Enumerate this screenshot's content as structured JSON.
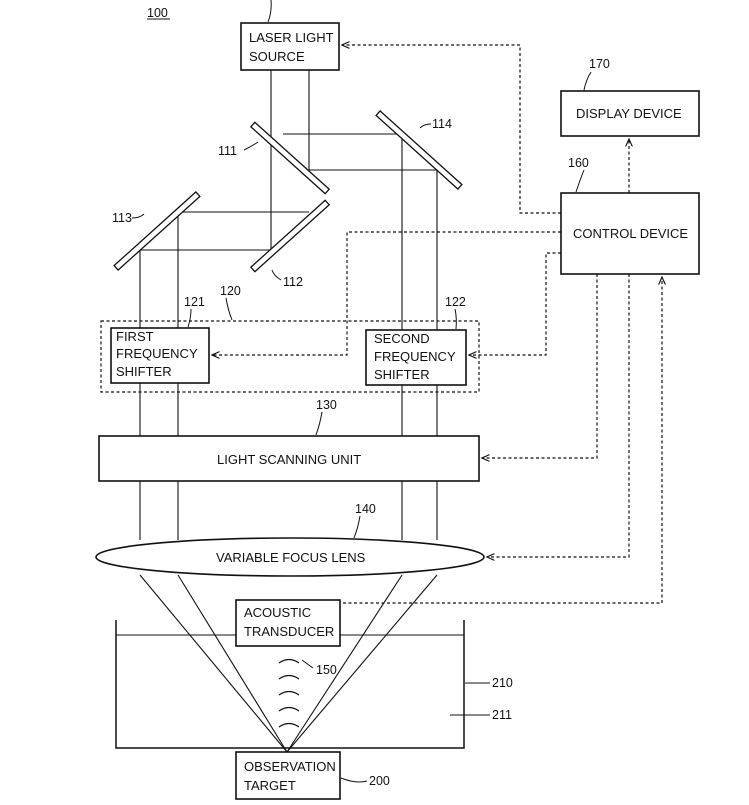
{
  "figure": {
    "number": "100"
  },
  "components": {
    "laser": {
      "line1": "LASER LIGHT",
      "line2": "SOURCE"
    },
    "display": {
      "label": "DISPLAY DEVICE",
      "ref": "170"
    },
    "control": {
      "label": "CONTROL DEVICE",
      "ref": "160"
    },
    "mirror111": {
      "ref": "111"
    },
    "mirror112": {
      "ref": "112"
    },
    "mirror113": {
      "ref": "113"
    },
    "mirror114": {
      "ref": "114"
    },
    "shifter_group": {
      "ref": "120"
    },
    "shifter1": {
      "line1": "FIRST",
      "line2": "FREQUENCY",
      "line3": "SHIFTER",
      "ref": "121"
    },
    "shifter2": {
      "line1": "SECOND",
      "line2": "FREQUENCY",
      "line3": "SHIFTER",
      "ref": "122"
    },
    "scanner": {
      "label": "LIGHT SCANNING UNIT",
      "ref": "130"
    },
    "lens": {
      "label": "VARIABLE FOCUS LENS",
      "ref": "140"
    },
    "transducer": {
      "line1": "ACOUSTIC",
      "line2": "TRANSDUCER",
      "ref": "150"
    },
    "vessel": {
      "ref": "210"
    },
    "medium": {
      "ref": "211"
    },
    "target": {
      "line1": "OBSERVATION",
      "line2": "TARGET",
      "ref": "200"
    }
  }
}
